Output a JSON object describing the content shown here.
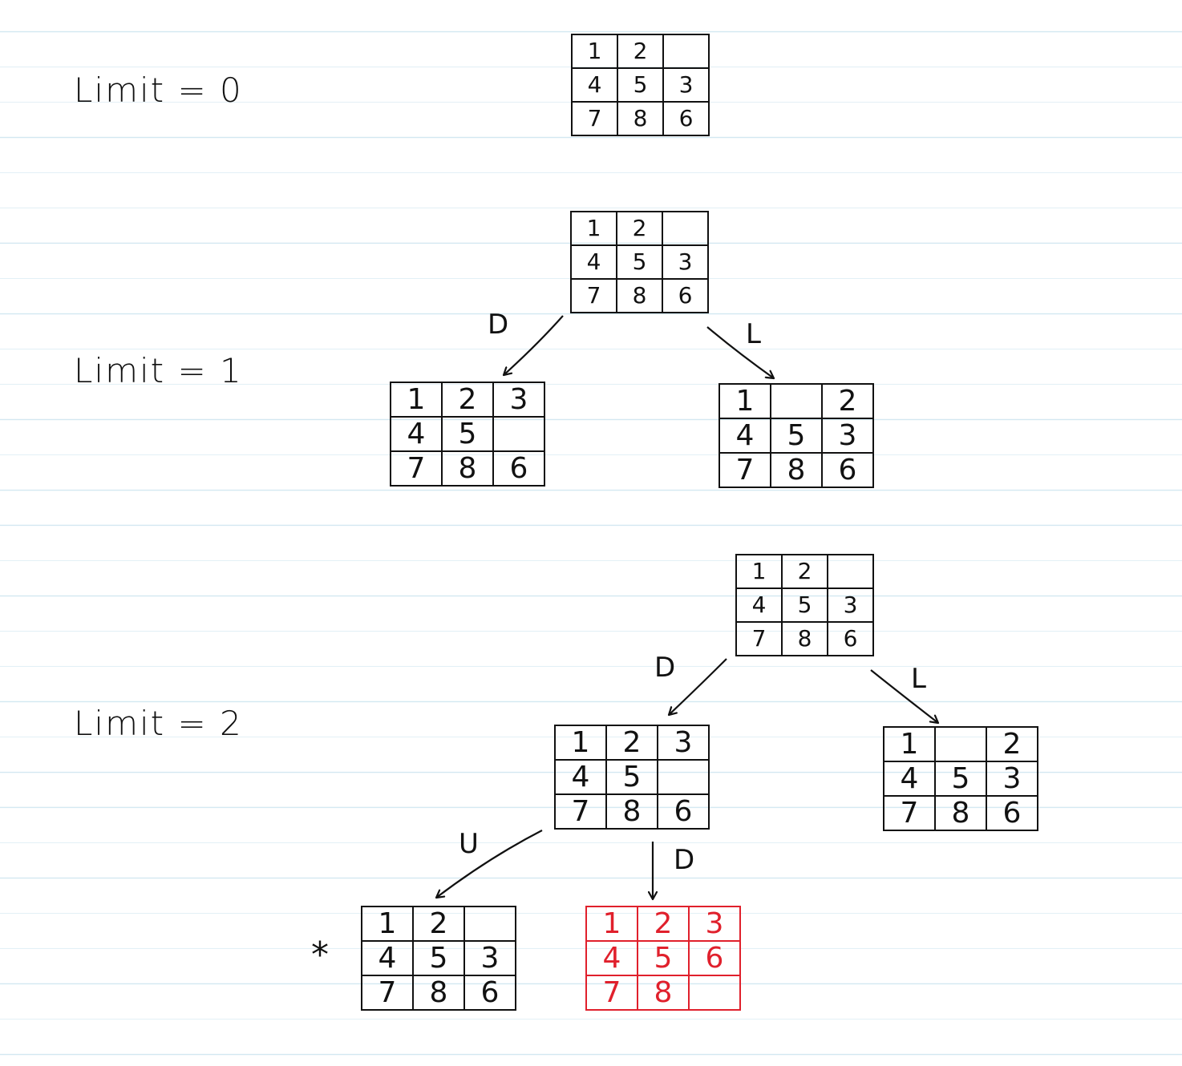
{
  "levels": [
    {
      "label": "Limit = 0"
    },
    {
      "label": "Limit = 1"
    },
    {
      "label": "Limit = 2"
    }
  ],
  "boards": {
    "l0_root": [
      [
        "1",
        "2",
        ""
      ],
      [
        "4",
        "5",
        "3"
      ],
      [
        "7",
        "8",
        "6"
      ]
    ],
    "l1_root": [
      [
        "1",
        "2",
        ""
      ],
      [
        "4",
        "5",
        "3"
      ],
      [
        "7",
        "8",
        "6"
      ]
    ],
    "l1_down": [
      [
        "1",
        "2",
        "3"
      ],
      [
        "4",
        "5",
        ""
      ],
      [
        "7",
        "8",
        "6"
      ]
    ],
    "l1_left": [
      [
        "1",
        "",
        "2"
      ],
      [
        "4",
        "5",
        "3"
      ],
      [
        "7",
        "8",
        "6"
      ]
    ],
    "l2_root": [
      [
        "1",
        "2",
        ""
      ],
      [
        "4",
        "5",
        "3"
      ],
      [
        "7",
        "8",
        "6"
      ]
    ],
    "l2_down": [
      [
        "1",
        "2",
        "3"
      ],
      [
        "4",
        "5",
        ""
      ],
      [
        "7",
        "8",
        "6"
      ]
    ],
    "l2_left": [
      [
        "1",
        "",
        "2"
      ],
      [
        "4",
        "5",
        "3"
      ],
      [
        "7",
        "8",
        "6"
      ]
    ],
    "l2_down_up": [
      [
        "1",
        "2",
        ""
      ],
      [
        "4",
        "5",
        "3"
      ],
      [
        "7",
        "8",
        "6"
      ]
    ],
    "l2_down_down": [
      [
        "1",
        "2",
        "3"
      ],
      [
        "4",
        "5",
        "6"
      ],
      [
        "7",
        "8",
        ""
      ]
    ]
  },
  "moves": {
    "l1_d": "D",
    "l1_l": "L",
    "l2_d": "D",
    "l2_l": "L",
    "l2_u": "U",
    "l2_dd": "D"
  },
  "marker": "*",
  "colors": {
    "ink": "#111111",
    "goal": "#e0202c",
    "ruled_line": "#d3e8f1"
  }
}
